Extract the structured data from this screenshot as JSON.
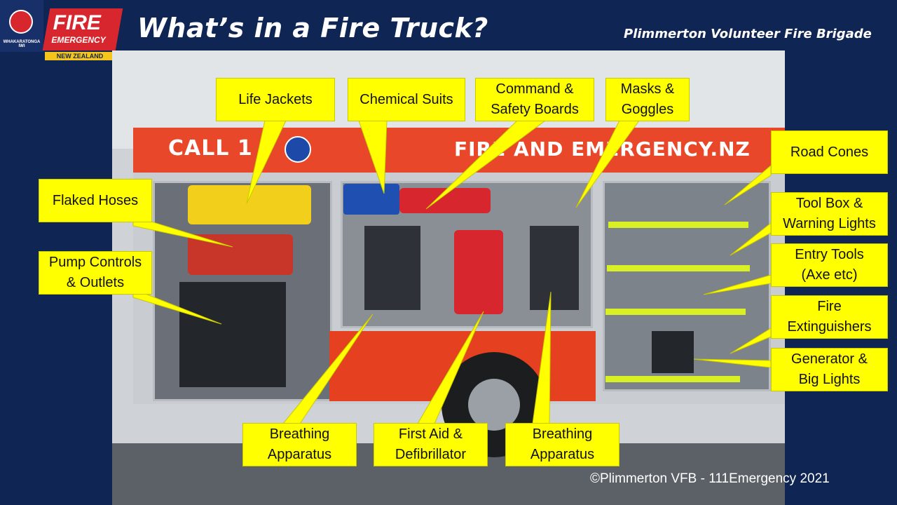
{
  "header": {
    "title": "What’s in a Fire Truck?",
    "subtitle": "Plimmerton Volunteer Fire Brigade"
  },
  "logo": {
    "crest_text": "WHAKARATONGA IWI",
    "fire": "FIRE",
    "emergency": "EMERGENCY",
    "country": "NEW ZEALAND"
  },
  "photo": {
    "roof_left": "CALL 1",
    "roof_right": "FIRE AND EMERGENCY.NZ"
  },
  "callouts": {
    "life_jackets": "Life Jackets",
    "chemical_suits": "Chemical Suits",
    "command_boards_1": "Command &",
    "command_boards_2": "Safety Boards",
    "masks_1": "Masks &",
    "masks_2": "Goggles",
    "road_cones": "Road Cones",
    "flaked_hoses": "Flaked Hoses",
    "pump_1": "Pump Controls",
    "pump_2": "& Outlets",
    "toolbox_1": "Tool Box &",
    "toolbox_2": "Warning Lights",
    "entry_1": "Entry Tools",
    "entry_2": "(Axe etc)",
    "ext_1": "Fire",
    "ext_2": "Extinguishers",
    "gen_1": "Generator &",
    "gen_2": "Big Lights",
    "ba1_1": "Breathing",
    "ba1_2": "Apparatus",
    "firstaid_1": "First Aid &",
    "firstaid_2": "Defibrillator",
    "ba2_1": "Breathing",
    "ba2_2": "Apparatus"
  },
  "footer": {
    "copyright": "©Plimmerton VFB - 111Emergency 2021"
  },
  "colors": {
    "background": "#0f2553",
    "callout": "#ffff00",
    "truck_red": "#e9472a"
  }
}
